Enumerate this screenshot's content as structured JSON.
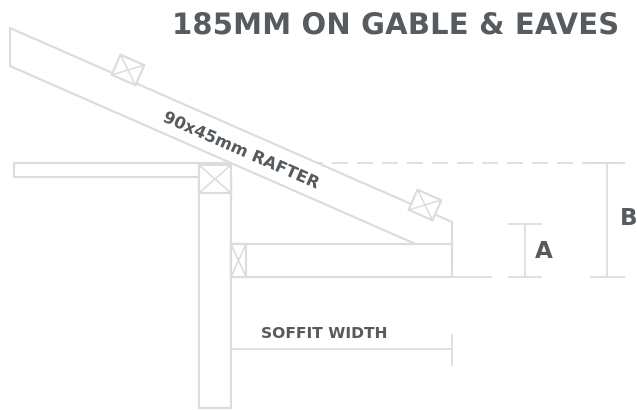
{
  "diagram": {
    "title": "185MM ON GABLE & EAVES",
    "rafter_label": "90x45mm RAFTER",
    "soffit_label": "SOFFIT WIDTH",
    "dimension_a": "A",
    "dimension_b": "B"
  }
}
